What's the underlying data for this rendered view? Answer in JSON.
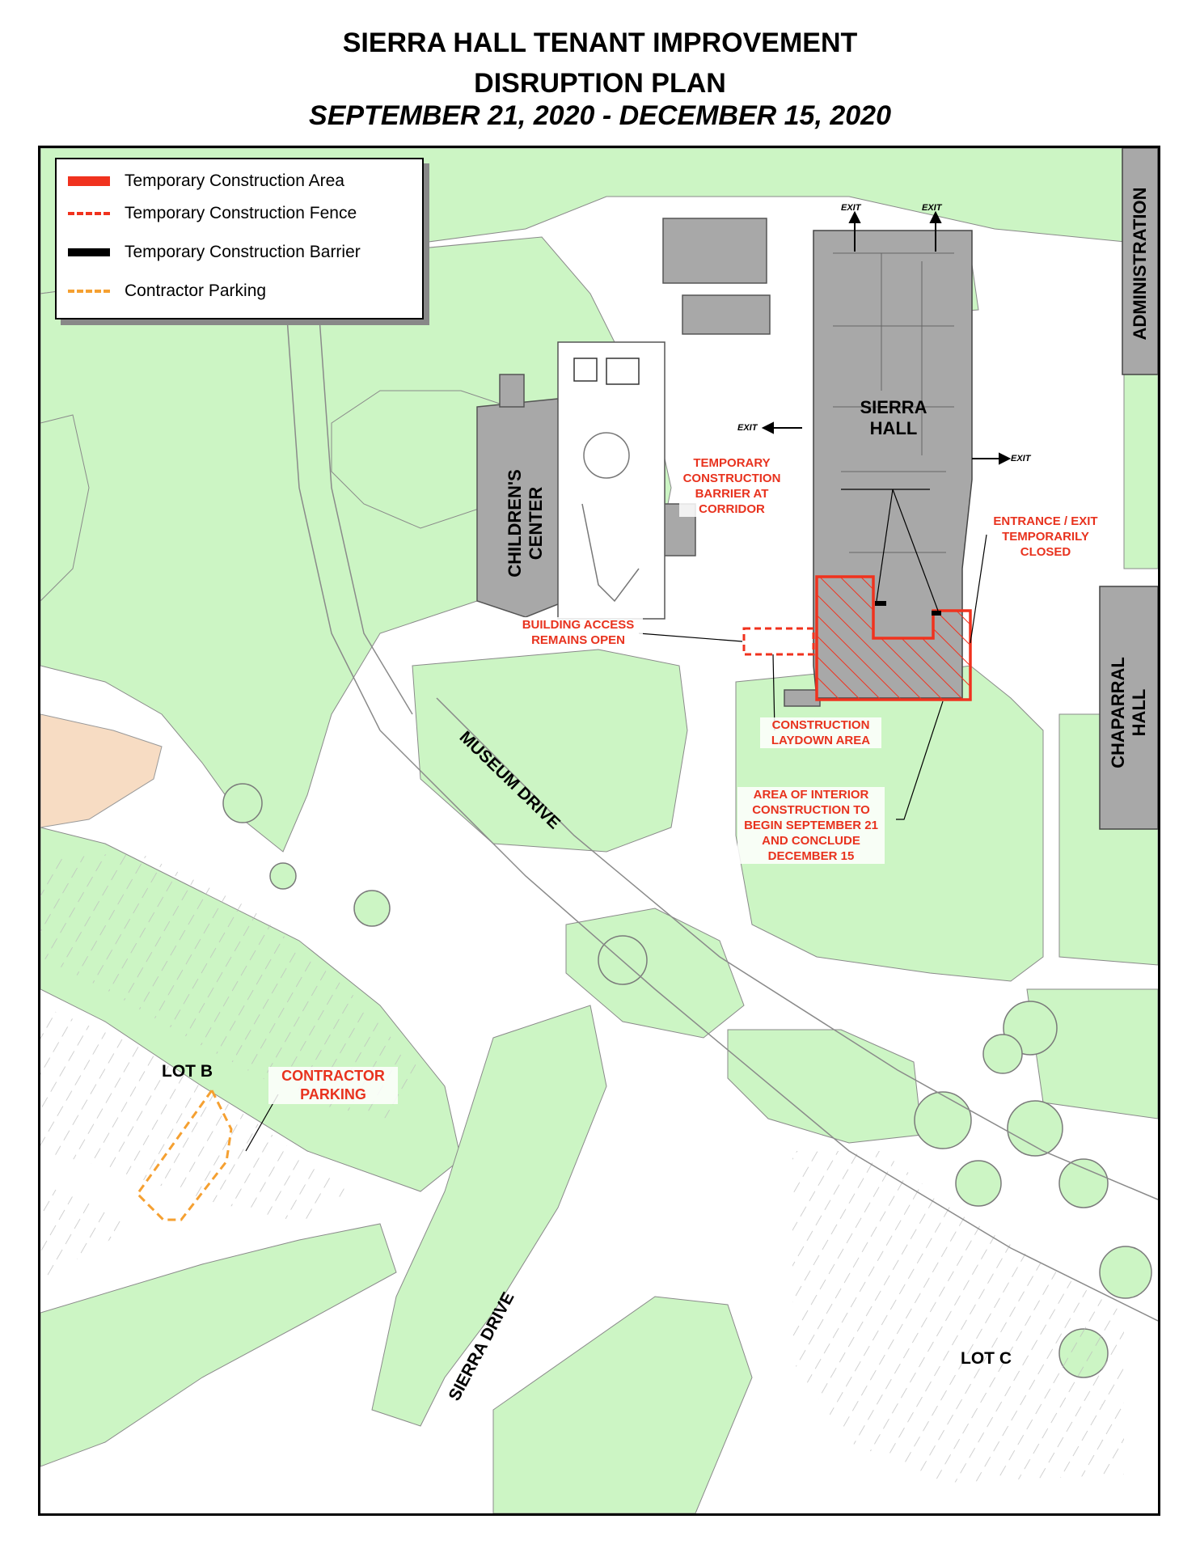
{
  "title": {
    "line1": "SIERRA HALL TENANT IMPROVEMENT",
    "line2": "DISRUPTION PLAN",
    "dates": "SEPTEMBER 21, 2020 - DECEMBER 15, 2020"
  },
  "legend": {
    "items": [
      {
        "label": "Temporary Construction Area",
        "symbol": "solid-red-bar"
      },
      {
        "label": "Temporary Construction Fence",
        "symbol": "dashed-red-line"
      },
      {
        "label": "Temporary Construction Barrier",
        "symbol": "solid-black-bar"
      },
      {
        "label": "Contractor Parking",
        "symbol": "dashed-orange-line"
      }
    ]
  },
  "buildings": {
    "sierra_hall": "SIERRA HALL",
    "childrens_center": "CHILDREN'S CENTER",
    "administration": "ADMINISTRATION",
    "chaparral_hall": "CHAPARRAL HALL"
  },
  "roads": {
    "museum_drive": "MUSEUM DRIVE",
    "sierra_drive": "SIERRA DRIVE"
  },
  "lots": {
    "lot_b": "LOT B",
    "lot_c": "LOT C"
  },
  "exits": [
    "EXIT",
    "EXIT",
    "EXIT",
    "EXIT"
  ],
  "annotations": {
    "temp_barrier": "TEMPORARY CONSTRUCTION BARRIER AT CORRIDOR",
    "entrance_closed": "ENTRANCE / EXIT TEMPORARILY CLOSED",
    "building_access": "BUILDING ACCESS REMAINS OPEN",
    "laydown": "CONSTRUCTION LAYDOWN AREA",
    "interior": "AREA OF INTERIOR CONSTRUCTION TO BEGIN SEPTEMBER 21 AND CONCLUDE DECEMBER 15",
    "contractor_parking": "CONTRACTOR PARKING"
  },
  "colors": {
    "grass": "#ccf5c4",
    "building": "#a8a8a8",
    "construction_red": "#f0321e",
    "parking_orange": "#f5a031",
    "sand": "#f7dcc3"
  }
}
